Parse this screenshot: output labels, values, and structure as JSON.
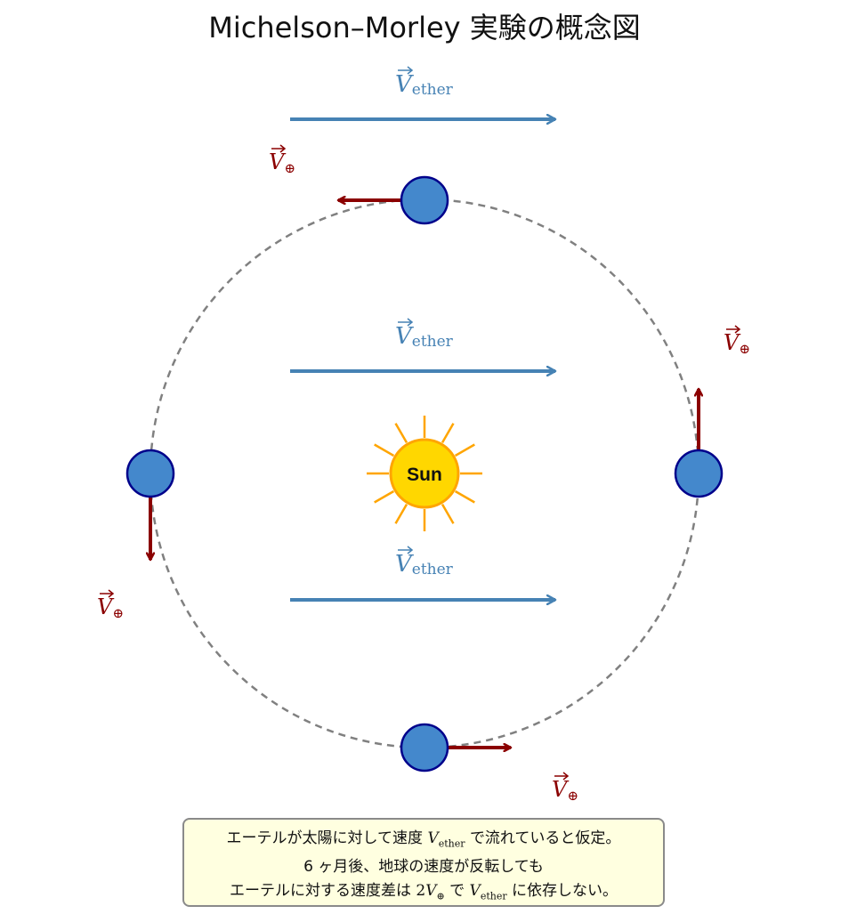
{
  "title": "Michelson–Morley 実験の概念図",
  "sun_label": "Sun",
  "ether_label": {
    "symbol": "V",
    "subscript": "ether"
  },
  "earth_velocity_label": {
    "symbol": "V",
    "subscript": "⊕"
  },
  "note": {
    "line1_before": "エーテルが太陽に対して速度",
    "line1_after": "で流れていると仮定。",
    "line2": "6 ヶ月後、地球の速度が反転しても",
    "line3_before": "エーテルに対する速度差は",
    "line3_middle": "で",
    "line3_after": "に依存しない。",
    "coefficient": "2"
  },
  "colors": {
    "ether_arrow": "#4682b4",
    "earth_velocity": "#8b0000",
    "earth_fill": "#4488cc",
    "earth_stroke": "#00008b",
    "orbit": "#808080",
    "sun_fill": "#ffd700",
    "sun_stroke": "#ffa500",
    "note_bg": "#ffffe0"
  }
}
